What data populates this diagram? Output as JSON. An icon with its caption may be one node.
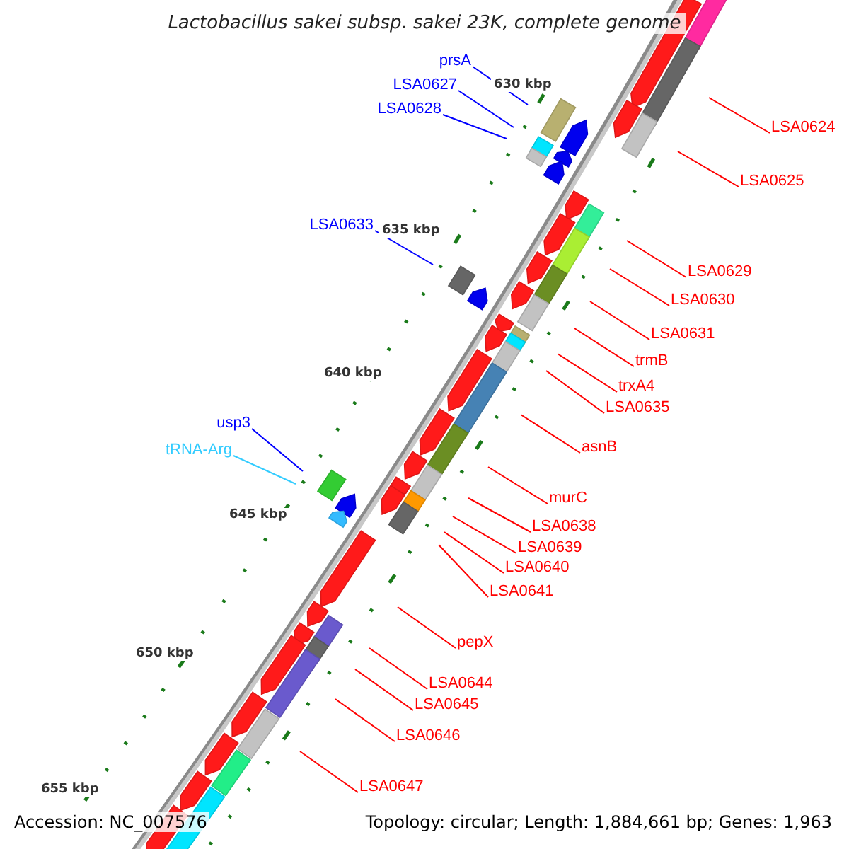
{
  "diagram": {
    "title": "Lactobacillus sakei subsp. sakei 23K, complete genome",
    "nodes": [
      {
        "text": [
          "prsA"
        ]
      },
      {
        "text": [
          "LSA0627"
        ]
      },
      {
        "text": [
          "LSA0628"
        ]
      },
      {
        "text": [
          "LSA0624"
        ]
      },
      {
        "text": [
          "LSA0625"
        ]
      },
      {
        "text": [
          "LSA0633"
        ]
      },
      {
        "text": [
          "LSA0629"
        ]
      },
      {
        "text": [
          "LSA0630"
        ]
      },
      {
        "text": [
          "LSA0631"
        ]
      },
      {
        "text": [
          "trmB"
        ]
      },
      {
        "text": [
          "trxA4"
        ]
      },
      {
        "text": [
          "LSA0635"
        ]
      },
      {
        "text": [
          "asnB"
        ]
      },
      {
        "text": [
          "usp3"
        ]
      },
      {
        "text": [
          "tRNA-Arg"
        ]
      },
      {
        "text": [
          "murC"
        ]
      },
      {
        "text": [
          "LSA0638"
        ]
      },
      {
        "text": [
          "LSA0639"
        ]
      },
      {
        "text": [
          "LSA0640"
        ]
      },
      {
        "text": [
          "LSA0641"
        ]
      },
      {
        "text": [
          "pepX"
        ]
      },
      {
        "text": [
          "LSA0644"
        ]
      },
      {
        "text": [
          "LSA0645"
        ]
      },
      {
        "text": [
          "LSA0646"
        ]
      },
      {
        "text": [
          "LSA0647"
        ]
      }
    ],
    "edges": [
      {
        "from": 0,
        "to": null,
        "arrow": "none",
        "color": "#0000ff"
      },
      {
        "from": 1,
        "to": null,
        "arrow": "none",
        "color": "#0000ff"
      },
      {
        "from": 2,
        "to": null,
        "arrow": "none",
        "color": "#0000ff"
      },
      {
        "from": 3,
        "to": null,
        "arrow": "none"
      },
      {
        "from": 4,
        "to": null,
        "arrow": "none"
      },
      {
        "from": 5,
        "to": null,
        "arrow": "none",
        "color": "#0000ff"
      },
      {
        "from": 6,
        "to": null,
        "arrow": "none"
      },
      {
        "from": 7,
        "to": null,
        "arrow": "none"
      },
      {
        "from": 8,
        "to": null,
        "arrow": "none"
      },
      {
        "from": 9,
        "to": null,
        "arrow": "none"
      },
      {
        "from": 10,
        "to": null,
        "arrow": "none"
      },
      {
        "from": 11,
        "to": null,
        "arrow": "none"
      },
      {
        "from": 12,
        "to": null,
        "arrow": "none"
      },
      {
        "from": 13,
        "to": null,
        "arrow": "none",
        "color": "#0000ff"
      },
      {
        "from": 14,
        "to": null,
        "arrow": "none",
        "color": "#33ccff"
      },
      {
        "from": 15,
        "to": null,
        "arrow": "none"
      },
      {
        "from": 16,
        "to": null,
        "arrow": "none"
      },
      {
        "from": 17,
        "to": null,
        "arrow": "none"
      },
      {
        "from": 18,
        "to": null,
        "arrow": "none"
      },
      {
        "from": 19,
        "to": null,
        "arrow": "none"
      },
      {
        "from": 20,
        "to": null,
        "arrow": "none"
      },
      {
        "from": 21,
        "to": null,
        "arrow": "none"
      },
      {
        "from": 22,
        "to": null,
        "arrow": "none"
      },
      {
        "from": 23,
        "to": null,
        "arrow": "none"
      },
      {
        "from": 24,
        "to": null,
        "arrow": "none"
      }
    ],
    "labels": [
      "630 kbp",
      "635 kbp",
      "640 kbp",
      "645 kbp",
      "650 kbp",
      "655 kbp",
      "Accession: NC_007576",
      "Topology: circular; Length: 1,884,661 bp; Genes: 1,963"
    ]
  }
}
